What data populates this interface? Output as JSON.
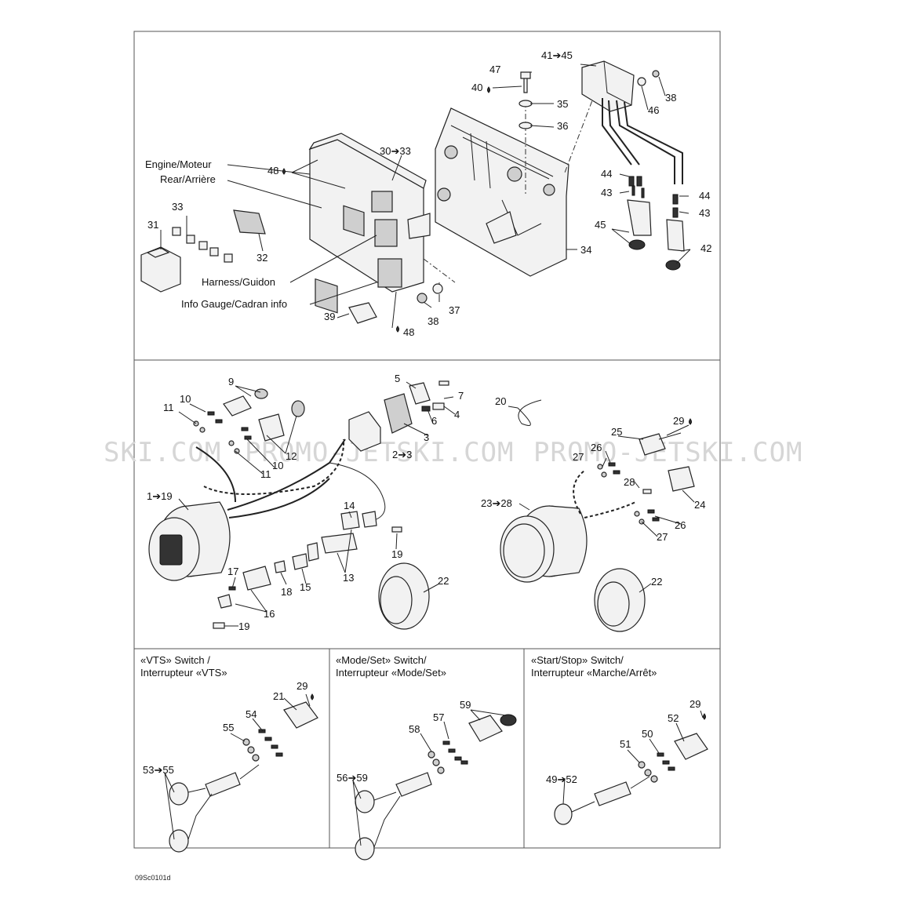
{
  "watermark": "PROMO-JETSKI.COM",
  "watermark_segments": [
    "SKI.COM",
    "PROMO-JETSKI.COM",
    "PROMO-JETSKI.COM"
  ],
  "drawing_code": "09Sc0101d",
  "top_panel": {
    "callouts": {
      "c47": "47",
      "c40": "40",
      "c41_45": "41➔45",
      "c38a": "38",
      "c46": "46",
      "c35": "35",
      "c36": "36",
      "c30_33": "30➔33",
      "c48a": "48",
      "c44a": "44",
      "c43a": "43",
      "c44b": "44",
      "c43b": "43",
      "c45": "45",
      "c42": "42",
      "c34": "34",
      "c33": "33",
      "c31": "31",
      "c32": "32",
      "c37": "37",
      "c38b": "38",
      "c39": "39",
      "c48b": "48"
    },
    "labels": {
      "engine": "Engine/Moteur",
      "rear": "Rear/Arrière",
      "harness": "Harness/Guidon",
      "info_gauge": "Info Gauge/Cadran info"
    }
  },
  "middle_panel": {
    "callouts": {
      "c9": "9",
      "c10a": "10",
      "c11a": "11",
      "c5": "5",
      "c7": "7",
      "c6": "6",
      "c4": "4",
      "c3": "3",
      "c2_3": "2➔3",
      "c12": "12",
      "c10b": "10",
      "c11b": "11",
      "c1_19": "1➔19",
      "c14": "14",
      "c19a": "19",
      "c13": "13",
      "c17": "17",
      "c18": "18",
      "c15": "15",
      "c16": "16",
      "c19b": "19",
      "c22a": "22",
      "c20": "20",
      "c29": "29",
      "c25": "25",
      "c27a": "27",
      "c26a": "26",
      "c28": "28",
      "c24": "24",
      "c23_28": "23➔28",
      "c26b": "26",
      "c27b": "27",
      "c22b": "22"
    }
  },
  "bottom_panels": [
    {
      "title_line1": "«VTS» Switch /",
      "title_line2": "Interrupteur «VTS»",
      "callouts": {
        "c29": "29",
        "c21": "21",
        "c54": "54",
        "c55": "55",
        "c53_55": "53➔55"
      }
    },
    {
      "title_line1": "«Mode/Set» Switch/",
      "title_line2": "Interrupteur «Mode/Set»",
      "callouts": {
        "c59": "59",
        "c57": "57",
        "c58": "58",
        "c56_59": "56➔59"
      }
    },
    {
      "title_line1": "«Start/Stop» Switch/",
      "title_line2": "Interrupteur «Marche/Arrêt»",
      "callouts": {
        "c29": "29",
        "c52": "52",
        "c50": "50",
        "c51": "51",
        "c49_52": "49➔52"
      }
    }
  ]
}
